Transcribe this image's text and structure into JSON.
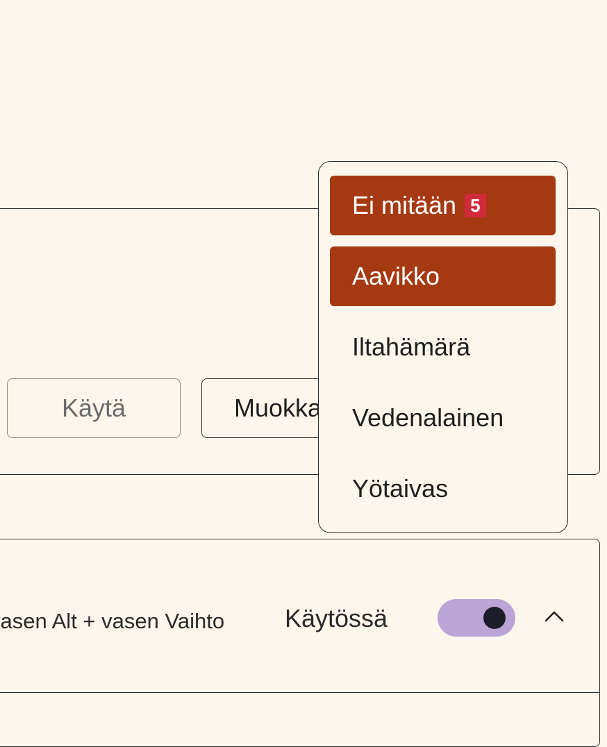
{
  "theme_section": {
    "apply_button": "Käytä",
    "edit_button": "Muokkaa"
  },
  "dropdown": {
    "items": [
      {
        "label": "Ei mitään",
        "badge": "5",
        "selected": true
      },
      {
        "label": "Aavikko",
        "selected": true
      },
      {
        "label": "Iltahämärä",
        "selected": false
      },
      {
        "label": "Vedenalainen",
        "selected": false
      },
      {
        "label": "Yötaivas",
        "selected": false
      }
    ]
  },
  "shortcut_section": {
    "shortcut": "vasen Alt + vasen Vaihto",
    "status": "Käytössä",
    "toggle_on": true,
    "icons": {
      "expand": "chevron-up-icon"
    }
  },
  "colors": {
    "background": "#fdf6ec",
    "accent": "#a53a12",
    "badge": "#d12b3b",
    "toggle_track": "#bba4d6"
  }
}
